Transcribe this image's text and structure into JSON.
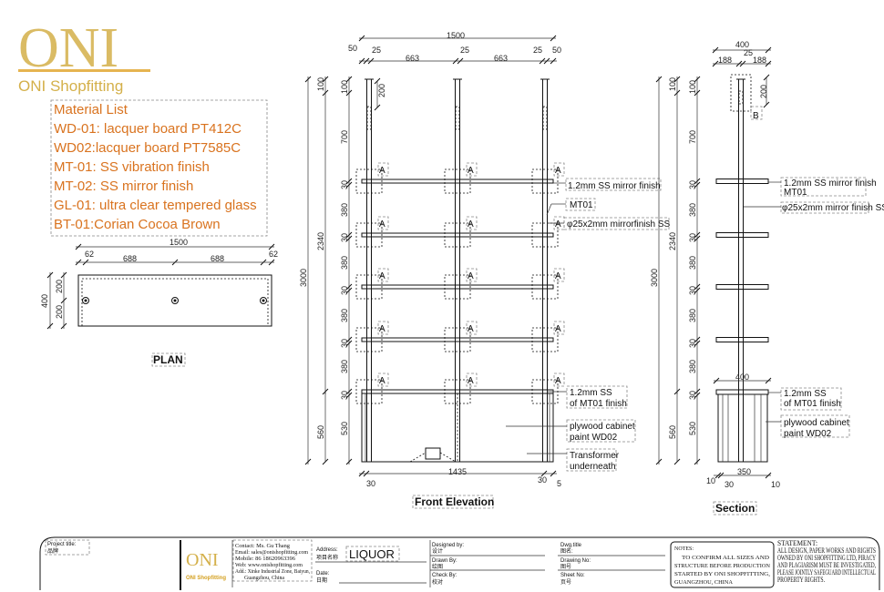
{
  "logo": {
    "text": "ONI",
    "subtitle": "ONI Shopfitting",
    "color": "#d4b04a"
  },
  "material_list": {
    "title": "Material List",
    "items": [
      "WD-01: lacquer board PT412C",
      "WD02:lacquer board PT7585C",
      "MT-01: SS vibration finish",
      "MT-02: SS mirror finish",
      "GL-01: ultra clear tempered glass",
      "BT-01:Corian Cocoa Brown"
    ],
    "color": "#d9731f"
  },
  "plan": {
    "title": "PLAN",
    "dims": [
      "1500",
      "62",
      "688",
      "688",
      "62",
      "400",
      "200",
      "200"
    ]
  },
  "front": {
    "title": "Front Elevation",
    "top_dims": [
      "1500",
      "50",
      "25",
      "663",
      "25",
      "663",
      "25",
      "50"
    ],
    "left_dims": [
      "3000",
      "2340",
      "560",
      "100",
      "100",
      "700",
      "30",
      "380",
      "30",
      "380",
      "30",
      "380",
      "30",
      "380",
      "30",
      "530"
    ],
    "detail_dim": "200",
    "detail_marker": "A",
    "bottom_dims": [
      "1435",
      "30",
      "30",
      "5"
    ],
    "callouts": [
      "1.2mm SS  mirror finish",
      "MT01",
      "φ25x2mm mirrorfinish SS",
      "1.2mm SS",
      "of MT01 finish",
      "plywood cabinet",
      "paint WD02",
      "Transformer",
      "underneath"
    ]
  },
  "section": {
    "title": "Section",
    "top_dims": [
      "400",
      "188",
      "25",
      "188"
    ],
    "left_dims": [
      "3000",
      "2340",
      "560",
      "100",
      "100",
      "700",
      "30",
      "380",
      "30",
      "380",
      "30",
      "380",
      "30",
      "380",
      "30",
      "530"
    ],
    "detail_dim": "200",
    "detail_marker": "B",
    "cabinet_dim": "400",
    "bottom_dims": [
      "350",
      "10",
      "30",
      "10"
    ],
    "callouts": [
      "1.2mm SS  mirror finish",
      "MT01",
      "φ25x2mm mirror finish SS",
      "1.2mm SS",
      "of MT01 finish",
      "plywood cabinet",
      "paint WD02"
    ]
  },
  "title_block": {
    "project_title_label": "Project title:",
    "project_title_cn": "品牌",
    "company": "ONI",
    "company_sub": "ONI Shopfitting",
    "contact": [
      "Contact: Ms. Gu Thang",
      "Email: sales@onishopfitting.com",
      "Mobile:    86 18620963396",
      "Web: www.onishopfitting.com",
      "Add.:  Xinke Industrial Zone, Baiyun,",
      "Guangzhou, China"
    ],
    "address_label": "Address:",
    "project_name_cn": "项目名称",
    "project_name": "LIQUOR",
    "date_label": "Date:",
    "date_cn": "日期",
    "designed_by": "Designed by:",
    "designed_cn": "设计",
    "drawn_by": "Drawn By:",
    "drawn_cn": "绘图",
    "check_by": "Check By:",
    "check_cn": "校对",
    "dwg_title": "Dwg.title",
    "dwg_title_cn": "图名:",
    "drawing_no": "Drawing No:",
    "drawing_no_cn": "图号",
    "sheet_no": "Sheet No:",
    "sheet_no_cn": "页号",
    "notes_label": "NOTES:",
    "notes": [
      "TO CONFIRM ALL SIZES AND",
      "STRUCTURE BEFORE PRODUCTION",
      "STARTED BY ONI SHOPFITTING,",
      "GUANGZHOU, CHINA"
    ],
    "statement_label": "STATEMENT:",
    "statement": [
      "ALL DESIGN, PAPER WORKS AND RIGHTS",
      "OWNED BY ONI SHOPFITTING LTD, PIRACY",
      "AND PLAGIARISM MUST BE INVESTIGATED,",
      "PLEASE JOINTLY SAFEGUARD INTELLECTUAL",
      "PROPERTY RIGHTS."
    ]
  }
}
